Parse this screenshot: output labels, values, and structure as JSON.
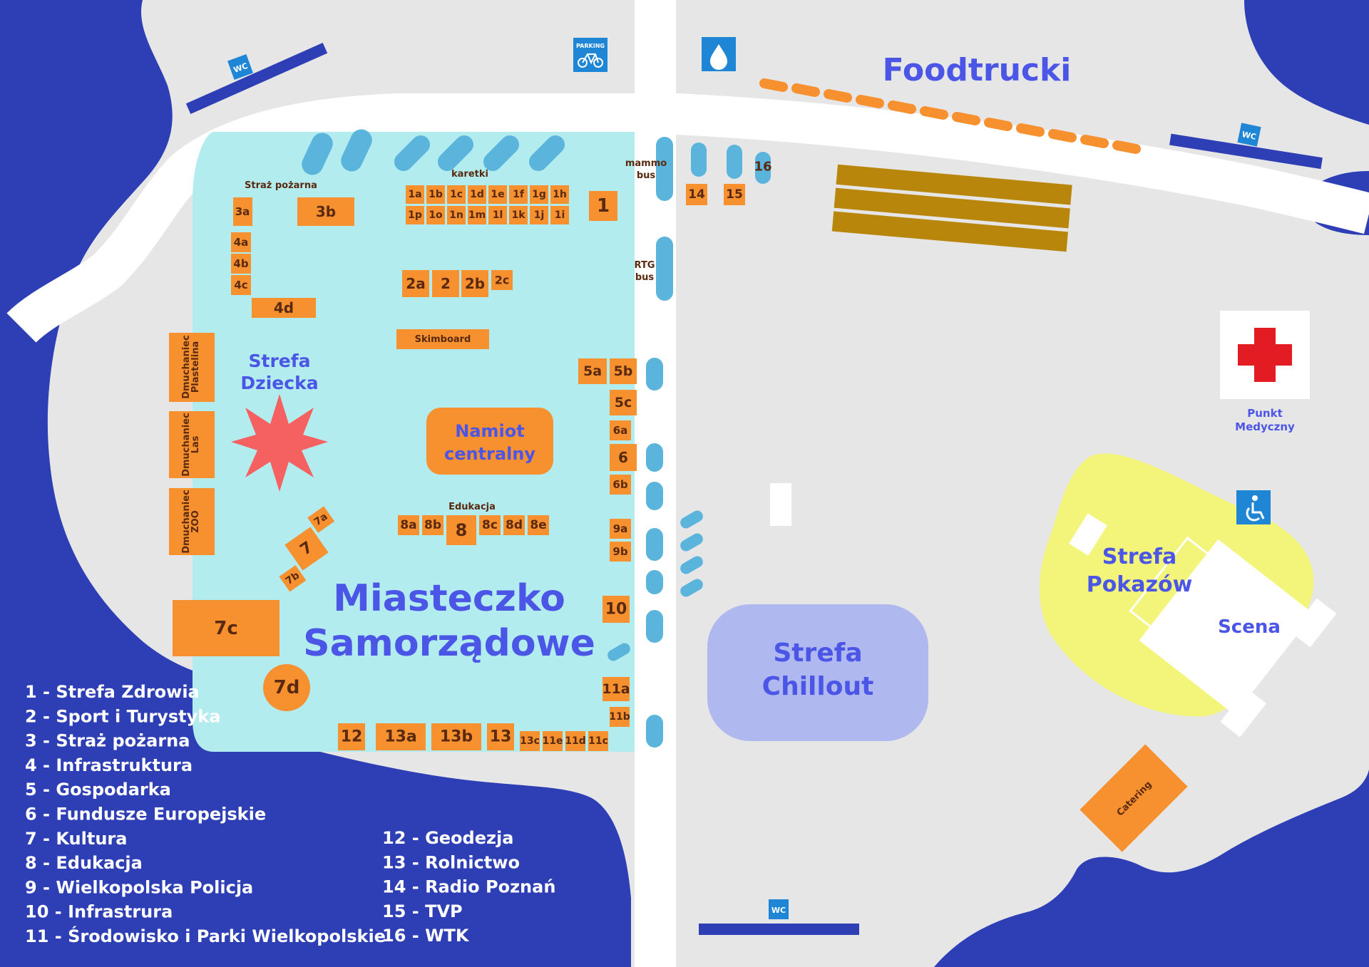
{
  "title": "Foodtrucki",
  "zones": {
    "miasteczko": [
      "Miasteczko",
      "Samorządowe"
    ],
    "strefa_dziecka": [
      "Strefa",
      "Dziecka"
    ],
    "namiot": [
      "Namiot",
      "centralny"
    ],
    "chillout": [
      "Strefa",
      "Chillout"
    ],
    "pokazow": [
      "Strefa",
      "Pokazów"
    ],
    "scena": "Scena",
    "punkt_medyczny": [
      "Punkt",
      "Medyczny"
    ]
  },
  "labels": {
    "straz": "Straż pożarna",
    "karetki": "karetki",
    "mammobus": [
      "mammo",
      "bus"
    ],
    "rtgbus": [
      "RTG",
      "bus"
    ],
    "edukacja": "Edukacja",
    "skimboard": "Skimboard",
    "catering": "Catering",
    "parking": "PARKING",
    "wc": "WC",
    "dmuchaniec": [
      [
        "Dmuchaniec",
        "Plastelina"
      ],
      [
        "Dmuchaniec",
        "Las"
      ],
      [
        "Dmuchaniec",
        "ZOO"
      ]
    ]
  },
  "stands": {
    "s1": "1",
    "s3a": "3a",
    "s3b": "3b",
    "s4a": "4a",
    "s4b": "4b",
    "s4c": "4c",
    "s4d": "4d",
    "s2a": "2a",
    "s2": "2",
    "s2b": "2b",
    "s2c": "2c",
    "s5a": "5a",
    "s5b": "5b",
    "s5c": "5c",
    "s6a": "6a",
    "s6": "6",
    "s6b": "6b",
    "s7": "7",
    "s7a": "7a",
    "s7b": "7b",
    "s7c": "7c",
    "s7d": "7d",
    "s8a": "8a",
    "s8b": "8b",
    "s8": "8",
    "s8c": "8c",
    "s8d": "8d",
    "s8e": "8e",
    "s9a": "9a",
    "s9b": "9b",
    "s10": "10",
    "s11a": "11a",
    "s11b": "11b",
    "s12": "12",
    "s13a": "13a",
    "s13b": "13b",
    "s13": "13",
    "s13c": "13c",
    "s11e": "11e",
    "s11d": "11d",
    "s11c": "11c",
    "s14": "14",
    "s15": "15",
    "s16": "16",
    "row1": [
      "1a",
      "1b",
      "1c",
      "1d",
      "1e",
      "1f",
      "1g",
      "1h"
    ],
    "row2": [
      "1p",
      "1o",
      "1n",
      "1m",
      "1l",
      "1k",
      "1j",
      "1i"
    ]
  },
  "legend_left": [
    "1 - Strefa Zdrowia",
    "2 - Sport i Turystyka",
    "3 - Straż pożarna",
    "4 - Infrastruktura",
    "5 - Gospodarka",
    "6 - Fundusze Europejskie",
    "7 - Kultura",
    "8 - Edukacja",
    "9 - Wielkopolska Policja",
    "10 - Infrastrura",
    "11 - Środowisko i Parki Wielkopolskie"
  ],
  "legend_right": [
    "12 - Geodezja",
    "13 - Rolnictwo",
    "14 - Radio Poznań",
    "15 - TVP",
    "16 - WTK"
  ],
  "colors": {
    "background": "#e6e6e6",
    "water": "#2e3fb5",
    "road": "#ffffff",
    "miasteczko_area": "#b2ecee",
    "stand": "#f7902f",
    "zone_text": "#4b55e6",
    "chillout": "#b0b8f0",
    "pokazow": "#f2f57a",
    "star": "#f56060",
    "bus": "#5ab4dc",
    "foodtruck": "#b8860b",
    "medical_cross": "#e31b23"
  }
}
